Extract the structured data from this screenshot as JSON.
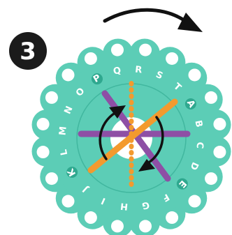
{
  "step": {
    "number": "3"
  },
  "colors": {
    "teal": "#5ccdb6",
    "teal_light": "#8fe0cf",
    "teal_dark": "#2fa88f",
    "white": "#ffffff",
    "black": "#1a1a1a",
    "purple": "#8e4fa5",
    "orange": "#f39a2e",
    "badge": "#1b1b1b"
  },
  "disk": {
    "letters": [
      "A",
      "B",
      "C",
      "D",
      "E",
      "F",
      "G",
      "H",
      "I",
      "J",
      "K",
      "L",
      "M",
      "N",
      "O",
      "P",
      "Q",
      "R",
      "S",
      "T"
    ],
    "marked_slots": [
      "A",
      "E",
      "K",
      "P"
    ]
  },
  "icons": {
    "top_arrow": "clockwise-arrow-icon",
    "center_arrows": "rotate-arrows-icon"
  }
}
